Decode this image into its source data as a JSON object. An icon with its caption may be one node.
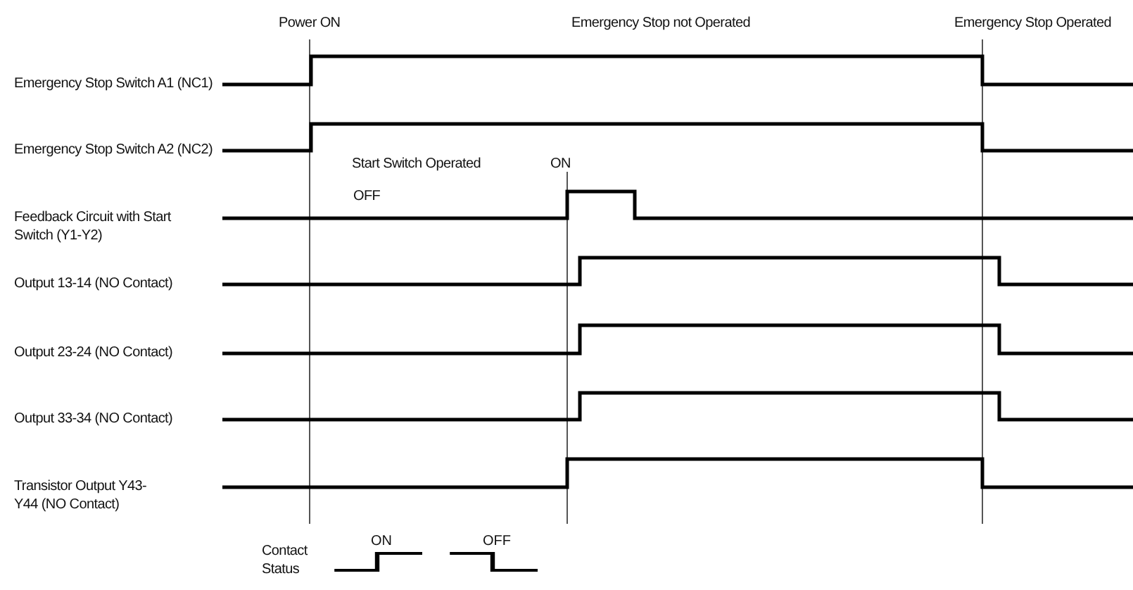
{
  "diagram": {
    "labels": [
      "Power ON",
      "Emergency Stop not Operated",
      "Emergency Stop Operated",
      "Emergency Stop Switch A1 (NC1)",
      "Emergency Stop Switch A2 (NC2)",
      "Start Switch Operated",
      "ON",
      "OFF",
      "Feedback Circuit with Start Switch (Y1-Y2)",
      "Output 13-14 (NO Contact)",
      "Output 23-24 (NO Contact)",
      "Output 33-34 (NO Contact)",
      "Transistor Output Y43-Y44 (NO Contact)",
      "Contact Status"
    ],
    "legend": [
      {
        "text": "ON"
      },
      {
        "text": "OFF"
      }
    ]
  }
}
